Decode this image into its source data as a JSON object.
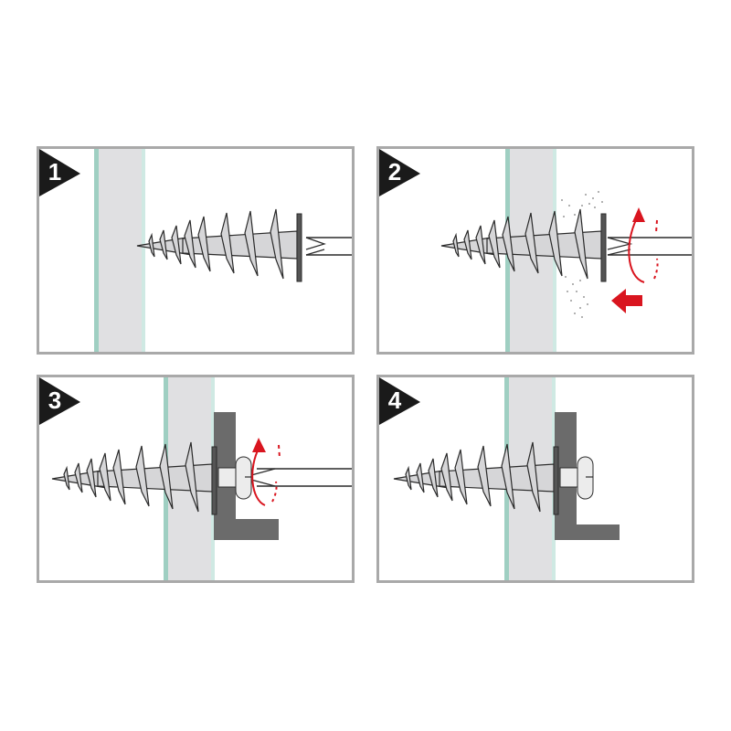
{
  "diagram": {
    "description": "Four-step installation guide for a self-drilling drywall anchor",
    "colors": {
      "panel_border": "#a9a9a9",
      "board_fill": "#e0e0e2",
      "board_edge_left": "#9fcfc2",
      "board_edge_right": "#cfe9e3",
      "screw_fill": "#d6d6d8",
      "screw_outline": "#2a2a2a",
      "bracket": "#6b6b6b",
      "arrow_red": "#d9151f",
      "badge": "#1a1a1a"
    },
    "steps": [
      {
        "number": "1",
        "action": "Position anchor against drywall"
      },
      {
        "number": "2",
        "action": "Screw anchor into drywall (rotate and push)"
      },
      {
        "number": "3",
        "action": "Attach fixture with screw (rotate)"
      },
      {
        "number": "4",
        "action": "Fixture mounted"
      }
    ]
  }
}
